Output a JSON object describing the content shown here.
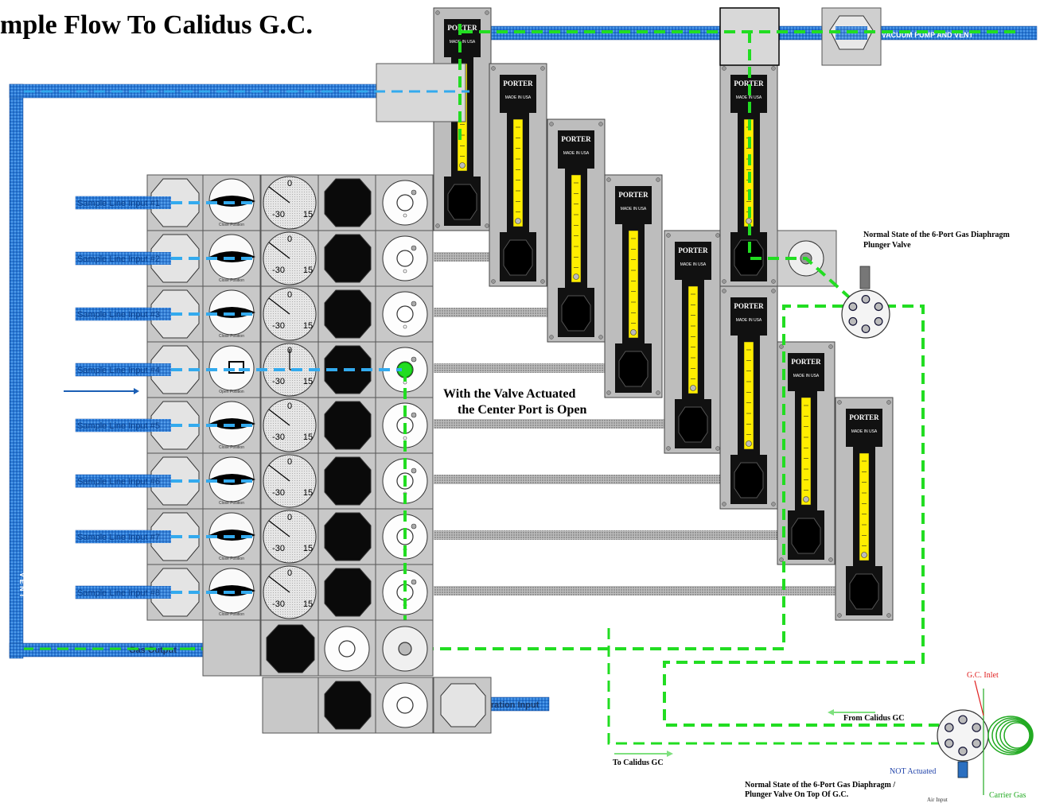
{
  "title": "mple Flow To Calidus G.C.",
  "vacuum_label": "TO VACUUM PUMP AND VENT",
  "vent_label": "V E N T",
  "gas_output_label": "Gas Output",
  "calibration_label": "Calibration Input",
  "sample_inputs": [
    "Sample Line Input #1",
    "Sample Line Input #2",
    "Sample Line Input #3",
    "Sample Line Input #4",
    "Sample Line Input #5",
    "Sample Line Input #6",
    "Sample Line Input #7",
    "Sample Line Input #8"
  ],
  "close_position": "Close Position",
  "open_position": "Open Position",
  "gauge_labels": {
    "top": "0",
    "left": "-30",
    "right": "15"
  },
  "flowmeter_brand": "PORTER",
  "flowmeter_made": "MADE IN USA",
  "actuated_note": [
    "With the Valve Actuated",
    "the Center Port is Open"
  ],
  "top_valve_note": [
    "Normal State of the 6-Port Gas Diaphragm",
    "Plunger Valve"
  ],
  "bottom_valve_note": [
    "Normal State of the 6-Port Gas Diaphragm /",
    "Plunger Valve On Top Of G.C."
  ],
  "from_calidus": "From Calidus GC",
  "to_calidus": "To Calidus GC",
  "gc_inlet": "G.C. Inlet",
  "not_actuated": "NOT Actuated",
  "air_input": "Air Input",
  "carrier_gas": "Carrier Gas",
  "colors": {
    "pipe_blue": "#2b7bd6",
    "dash_green": "#22dd22",
    "dash_blue": "#33aaee",
    "block_gray": "#cfcfcf",
    "flow_yellow": "#ffee00",
    "gc_inlet_red": "#e02020",
    "not_actuated_blue": "#2244aa",
    "carrier_green": "#22aa22"
  }
}
